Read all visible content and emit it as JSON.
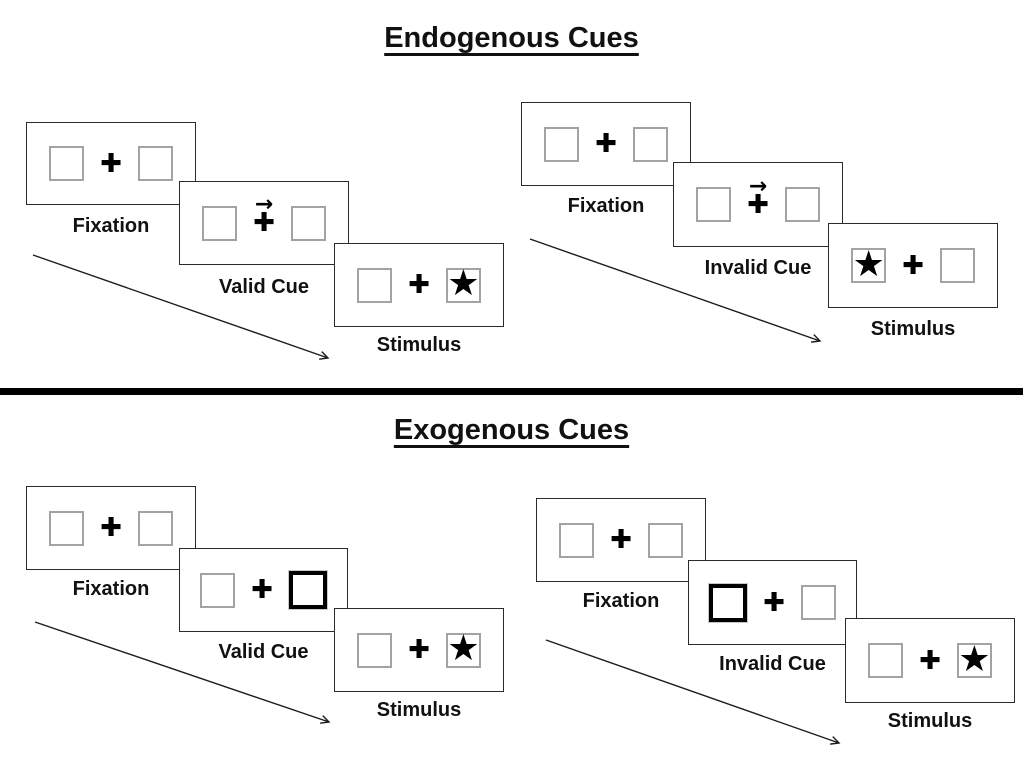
{
  "icons": {
    "plus": "✚",
    "star": "★",
    "cue_arrow": "→"
  },
  "colors": {
    "panel_border": "#2b2b2b",
    "placeholder_box_border": "#a3a3a3",
    "highlight_box_border": "#000000",
    "divider": "#000000",
    "symbol": "#000000"
  },
  "sections": {
    "endogenous": {
      "title": "Endogenous Cues",
      "valid": {
        "fixation_label": "Fixation",
        "cue_label": "Valid Cue",
        "stimulus_label": "Stimulus"
      },
      "invalid": {
        "fixation_label": "Fixation",
        "cue_label": "Invalid Cue",
        "stimulus_label": "Stimulus"
      }
    },
    "exogenous": {
      "title": "Exogenous Cues",
      "valid": {
        "fixation_label": "Fixation",
        "cue_label": "Valid Cue",
        "stimulus_label": "Stimulus"
      },
      "invalid": {
        "fixation_label": "Fixation",
        "cue_label": "Invalid Cue",
        "stimulus_label": "Stimulus"
      }
    }
  }
}
